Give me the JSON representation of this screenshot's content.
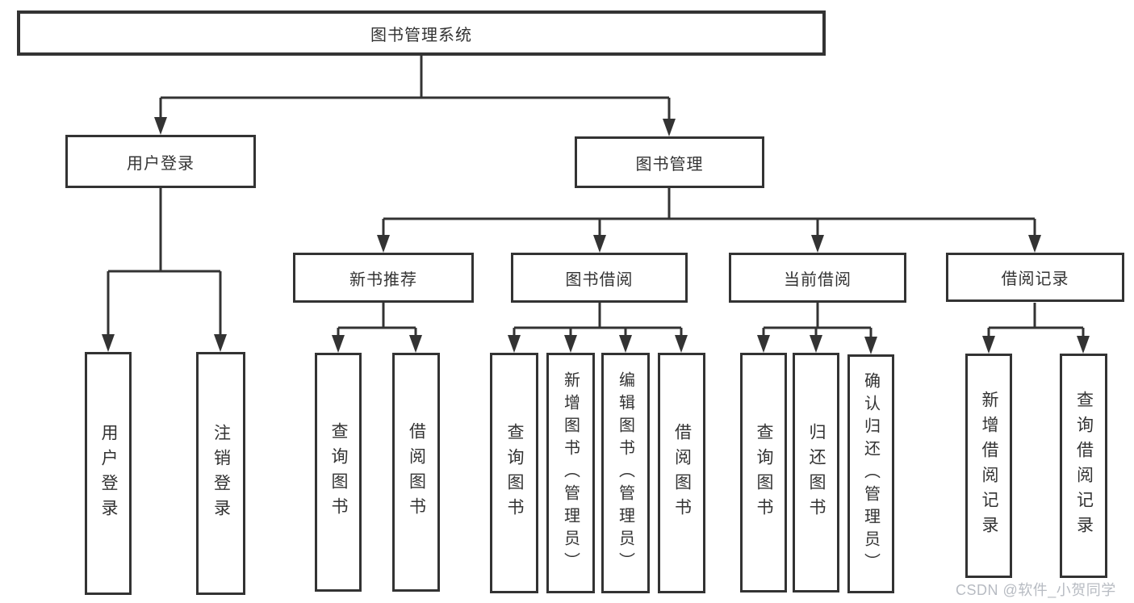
{
  "diagram": {
    "title": "图书管理系统",
    "level2": [
      {
        "label": "用户登录",
        "leaves": [
          "用户登录",
          "注销登录"
        ]
      },
      {
        "label": "图书管理"
      }
    ],
    "level3": [
      {
        "label": "新书推荐",
        "leaves": [
          "查询图书",
          "借阅图书"
        ]
      },
      {
        "label": "图书借阅",
        "leaves": [
          "查询图书",
          "新增图书（管理员）",
          "编辑图书（管理员）",
          "借阅图书"
        ]
      },
      {
        "label": "当前借阅",
        "leaves": [
          "查询图书",
          "归还图书",
          "确认归还（管理员）"
        ]
      },
      {
        "label": "借阅记录",
        "leaves": [
          "新增借阅记录",
          "查询借阅记录"
        ]
      }
    ],
    "watermark": "CSDN @软件_小贺同学",
    "colors": {
      "line": "#333333",
      "box_background": "#ffffff",
      "watermark": "#b7bbc2"
    }
  }
}
